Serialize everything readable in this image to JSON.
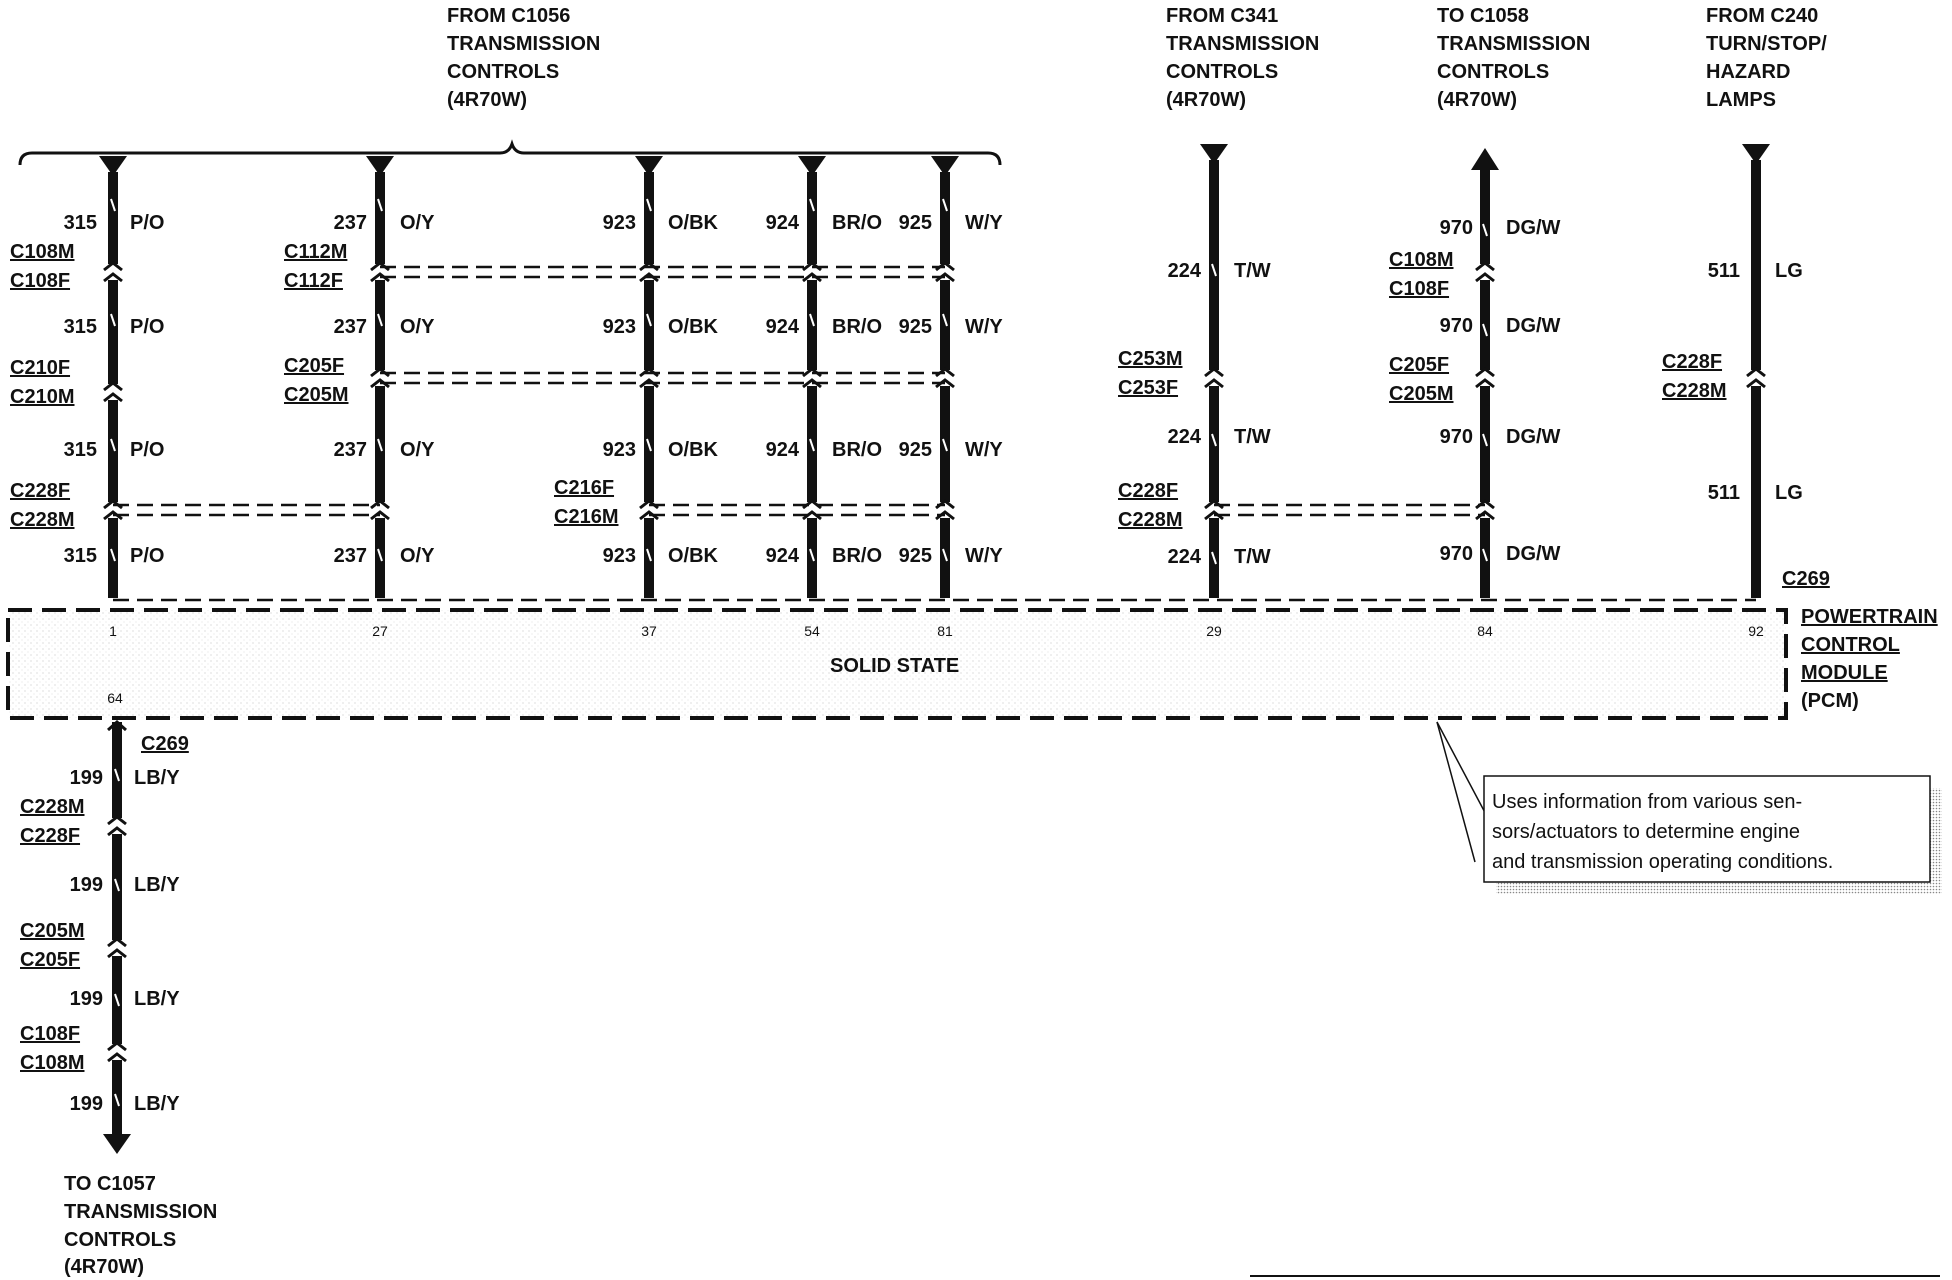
{
  "headers": {
    "c1056": [
      "FROM C1056",
      "TRANSMISSION",
      "CONTROLS",
      "(4R70W)"
    ],
    "c341": [
      "FROM C341",
      "TRANSMISSION",
      "CONTROLS",
      "(4R70W)"
    ],
    "c1058": [
      "TO C1058",
      "TRANSMISSION",
      "CONTROLS",
      "(4R70W)"
    ],
    "c240": [
      "FROM C240",
      "TURN/STOP/",
      "HAZARD",
      "LAMPS"
    ],
    "c1057": [
      "TO C1057",
      "TRANSMISSION",
      "CONTROLS",
      "(4R70W)"
    ]
  },
  "pcm": {
    "name": [
      "POWERTRAIN",
      "CONTROL",
      "MODULE",
      "(PCM)"
    ],
    "state": "SOLID STATE",
    "pins": [
      "1",
      "27",
      "37",
      "54",
      "81",
      "29",
      "84",
      "92",
      "64"
    ],
    "c269_top": "C269",
    "c269_bottom": "C269"
  },
  "wires": {
    "w315": {
      "circuit": "315",
      "color": "P/O"
    },
    "w237": {
      "circuit": "237",
      "color": "O/Y"
    },
    "w923": {
      "circuit": "923",
      "color": "O/BK"
    },
    "w924": {
      "circuit": "924",
      "color": "BR/O"
    },
    "w925": {
      "circuit": "925",
      "color": "W/Y"
    },
    "w224": {
      "circuit": "224",
      "color": "T/W"
    },
    "w970": {
      "circuit": "970",
      "color": "DG/W"
    },
    "w511": {
      "circuit": "511",
      "color": "LG"
    },
    "w199": {
      "circuit": "199",
      "color": "LB/Y"
    }
  },
  "connectors": {
    "c108m": "C108M",
    "c108f": "C108F",
    "c112m": "C112M",
    "c112f": "C112F",
    "c210f": "C210F",
    "c210m": "C210M",
    "c205f": "C205F",
    "c205m": "C205M",
    "c228f": "C228F",
    "c228m": "C228M",
    "c216f": "C216F",
    "c216m": "C216M",
    "c253m": "C253M",
    "c253f": "C253F"
  },
  "note": [
    "Uses information from various sen-",
    "sors/actuators to determine engine",
    "and transmission operating conditions."
  ]
}
